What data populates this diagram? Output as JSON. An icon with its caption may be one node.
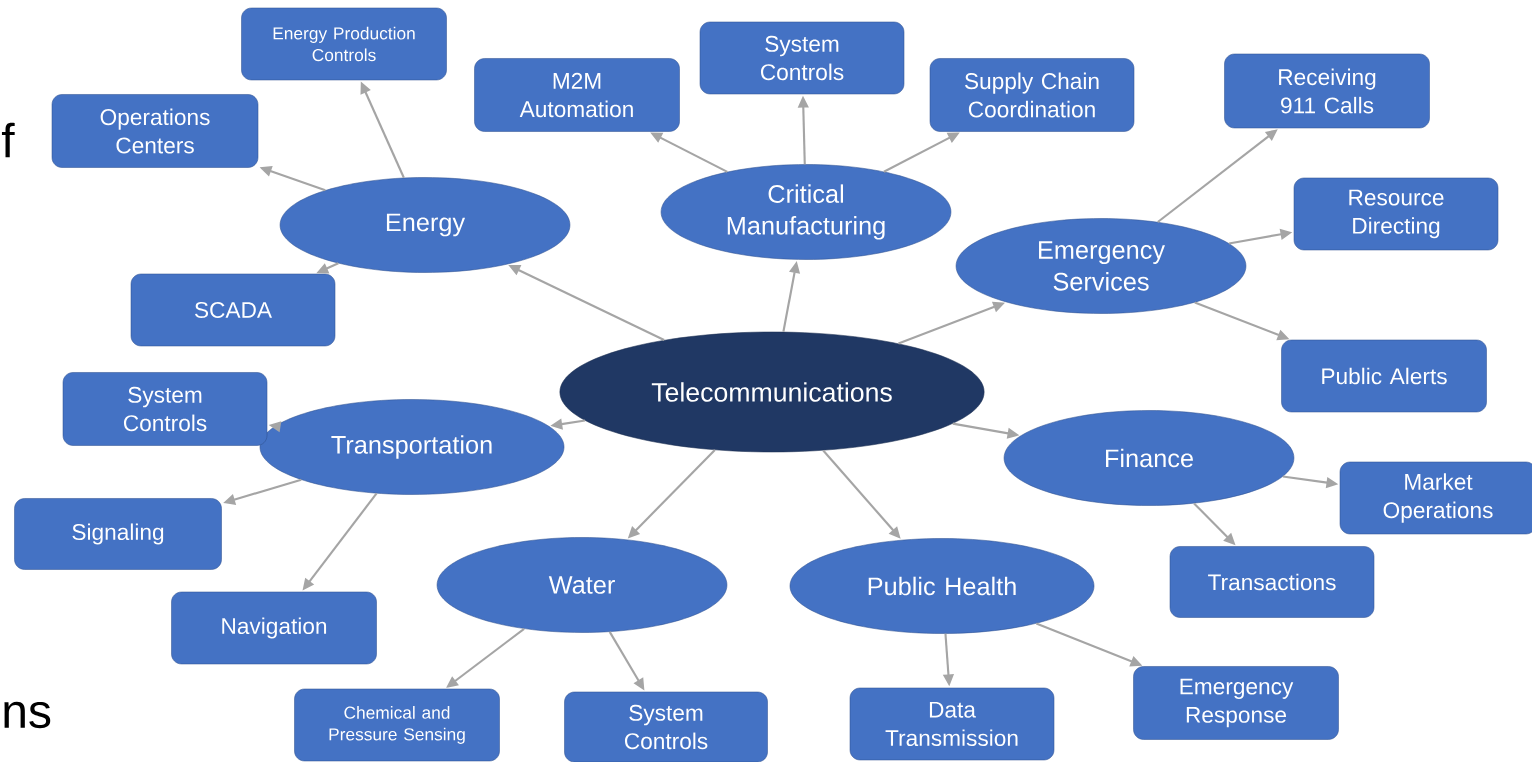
{
  "diagram": {
    "nodes": [
      {
        "text": [
          "Telecommunications"
        ]
      },
      {
        "text": [
          "Energy"
        ]
      },
      {
        "text": [
          "Critical Manufacturing"
        ]
      },
      {
        "text": [
          "Emergency Services"
        ]
      },
      {
        "text": [
          "Transportation"
        ]
      },
      {
        "text": [
          "Finance"
        ]
      },
      {
        "text": [
          "Water"
        ]
      },
      {
        "text": [
          "Public Health"
        ]
      },
      {
        "text": [
          "Energy Production Controls"
        ]
      },
      {
        "text": [
          "Operations Centers"
        ]
      },
      {
        "text": [
          "SCADA"
        ]
      },
      {
        "text": [
          "M2M Automation"
        ]
      },
      {
        "text": [
          "System Controls"
        ]
      },
      {
        "text": [
          "Supply Chain Coordination"
        ]
      },
      {
        "text": [
          "Receiving 911 Calls"
        ]
      },
      {
        "text": [
          "Resource Directing"
        ]
      },
      {
        "text": [
          "Public Alerts"
        ]
      },
      {
        "text": [
          "System Controls"
        ]
      },
      {
        "text": [
          "Signaling"
        ]
      },
      {
        "text": [
          "Navigation"
        ]
      },
      {
        "text": [
          "Market Operations"
        ]
      },
      {
        "text": [
          "Transactions"
        ]
      },
      {
        "text": [
          "Chemical and Pressure Sensing"
        ]
      },
      {
        "text": [
          "System Controls"
        ]
      },
      {
        "text": [
          "Data Transmission"
        ]
      },
      {
        "text": [
          "Emergency Response"
        ]
      }
    ],
    "edges": [
      {
        "from": 0,
        "to": 1,
        "arrow": "to"
      },
      {
        "from": 0,
        "to": 2,
        "arrow": "to"
      },
      {
        "from": 0,
        "to": 3,
        "arrow": "to"
      },
      {
        "from": 0,
        "to": 4,
        "arrow": "to"
      },
      {
        "from": 0,
        "to": 5,
        "arrow": "to"
      },
      {
        "from": 0,
        "to": 6,
        "arrow": "to"
      },
      {
        "from": 0,
        "to": 7,
        "arrow": "to"
      },
      {
        "from": 1,
        "to": 8,
        "arrow": "to"
      },
      {
        "from": 1,
        "to": 9,
        "arrow": "to"
      },
      {
        "from": 1,
        "to": 10,
        "arrow": "to"
      },
      {
        "from": 2,
        "to": 11,
        "arrow": "to"
      },
      {
        "from": 2,
        "to": 12,
        "arrow": "to"
      },
      {
        "from": 2,
        "to": 13,
        "arrow": "to"
      },
      {
        "from": 3,
        "to": 14,
        "arrow": "to"
      },
      {
        "from": 3,
        "to": 15,
        "arrow": "to"
      },
      {
        "from": 3,
        "to": 16,
        "arrow": "to"
      },
      {
        "from": 4,
        "to": 17,
        "arrow": "to"
      },
      {
        "from": 4,
        "to": 18,
        "arrow": "to"
      },
      {
        "from": 4,
        "to": 19,
        "arrow": "to"
      },
      {
        "from": 5,
        "to": 20,
        "arrow": "to"
      },
      {
        "from": 5,
        "to": 21,
        "arrow": "to"
      },
      {
        "from": 6,
        "to": 22,
        "arrow": "to"
      },
      {
        "from": 6,
        "to": 23,
        "arrow": "to"
      },
      {
        "from": 7,
        "to": 24,
        "arrow": "to"
      },
      {
        "from": 7,
        "to": 25,
        "arrow": "to"
      }
    ],
    "labels": [
      "f",
      "ns"
    ]
  }
}
